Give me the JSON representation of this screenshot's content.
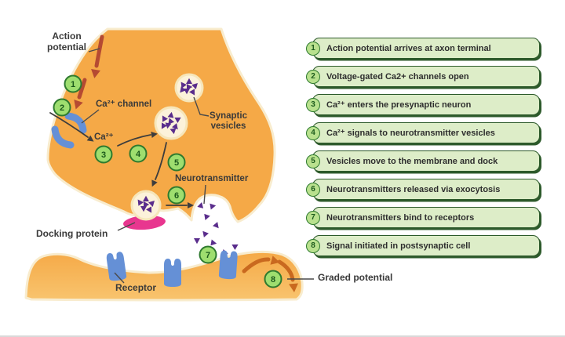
{
  "diagram": {
    "labels": {
      "action_potential": "Action potential",
      "ca_channel": "Ca²⁺ channel",
      "ca_ion": "Ca²⁺",
      "synaptic_vesicles": "Synaptic vesicles",
      "neurotransmitter": "Neurotransmitter",
      "docking_protein": "Docking protein",
      "receptor": "Receptor",
      "graded_potential": "Graded potential"
    },
    "colors": {
      "terminal_orange": "#F5A947",
      "membrane_orange_light": "#F8C46E",
      "vesicle_cream": "#FCF2DA",
      "vesicle_ring": "#F6E6BA",
      "neurotransmitter_purple": "#5A2D8C",
      "channel_blue": "#6590D6",
      "docking_pink": "#E8368F",
      "action_arrow_red": "#B54A32",
      "graded_arrow_rust": "#C9691F",
      "pointer_gray": "#4A4A4A",
      "dark_arrow": "#3D3D3D",
      "marker_green": "#9EDE6F",
      "marker_border": "#2E7A2E",
      "box_green": "#DDEDC8",
      "box_border_green": "#2D5A2B",
      "circle_green": "#B9E18E"
    }
  },
  "steps": [
    {
      "num": "1",
      "label": "Action potential arrives at axon terminal"
    },
    {
      "num": "2",
      "label": "Voltage-gated Ca2+ channels open"
    },
    {
      "num": "3",
      "label": "Ca²⁺ enters the presynaptic neuron"
    },
    {
      "num": "4",
      "label": "Ca²⁺ signals to neurotransmitter vesicles"
    },
    {
      "num": "5",
      "label": "Vesicles move to the membrane and dock"
    },
    {
      "num": "6",
      "label": "Neurotransmitters released via exocytosis"
    },
    {
      "num": "7",
      "label": "Neurotransmitters bind to receptors"
    },
    {
      "num": "8",
      "label": "Signal initiated in postsynaptic cell"
    }
  ]
}
